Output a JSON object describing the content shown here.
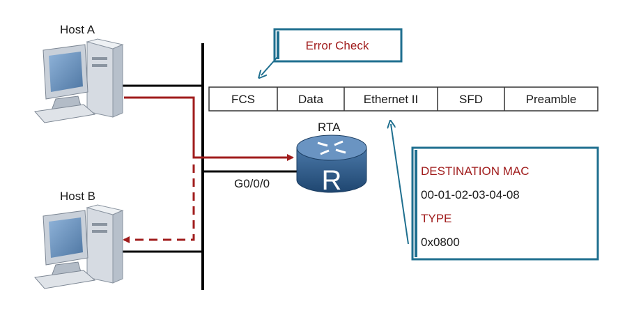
{
  "hosts": {
    "host_a": "Host A",
    "host_b": "Host B"
  },
  "router": {
    "name": "RTA",
    "interface": "G0/0/0"
  },
  "callout_error": "Error Check",
  "frame_fields": [
    "FCS",
    "Data",
    "Ethernet II",
    "SFD",
    "Preamble"
  ],
  "ethernet_info": {
    "dest_label": "DESTINATION MAC",
    "dest_value": "00-01-02-03-04-08",
    "type_label": "TYPE",
    "type_value": "0x0800"
  },
  "colors": {
    "accent_red": "#a01c1c",
    "callout_border": "#1f6f8f",
    "frame_border": "#333333",
    "host_screen": "#6c8fb6",
    "router_body": "#2e5a88"
  }
}
